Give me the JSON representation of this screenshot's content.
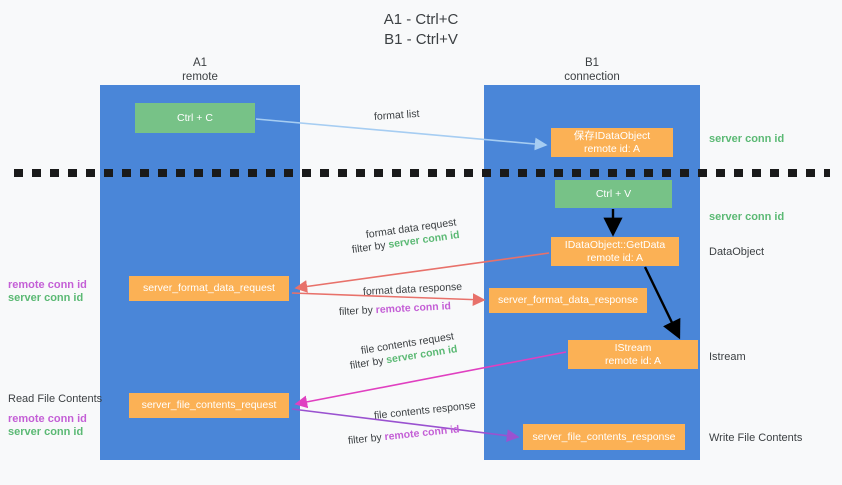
{
  "title": "A1 - Ctrl+C\nB1 - Ctrl+V",
  "columns": {
    "left": {
      "name": "A1",
      "sub": "remote",
      "header": "A1\nremote"
    },
    "right": {
      "name": "B1",
      "sub": "connection",
      "header": "B1\nconnection"
    }
  },
  "boxes": {
    "ctrl_c": {
      "line1": "Ctrl + C",
      "line2": "",
      "color": "#77c287"
    },
    "ctrl_v": {
      "line1": "Ctrl + V",
      "line2": "",
      "color": "#77c287"
    },
    "save_idataobject": {
      "line1": "保存IDataObject",
      "line2": "remote id: A",
      "color": "#fbb155"
    },
    "getdata": {
      "line1": "IDataObject::GetData",
      "line2": "remote id: A",
      "color": "#fbb155"
    },
    "istream": {
      "line1": "IStream",
      "line2": "remote id: A",
      "color": "#fbb155"
    },
    "format_data_request": {
      "line1": "server_format_data_request",
      "color": "#fbb155"
    },
    "format_data_response": {
      "line1": "server_format_data_response",
      "color": "#fbb155"
    },
    "file_contents_request": {
      "line1": "server_file_contents_request",
      "color": "#fbb155"
    },
    "file_contents_response": {
      "line1": "server_file_contents_response",
      "color": "#fbb155"
    }
  },
  "flows": {
    "format_list": {
      "label": "format list"
    },
    "format_data_request": {
      "label": "format data request",
      "filter_prefix": "filter by ",
      "filter_value": "server conn id"
    },
    "format_data_response": {
      "label": "format data response",
      "filter_prefix": "filter by ",
      "filter_value": "remote conn id"
    },
    "file_contents_request": {
      "label": "file contents request",
      "filter_prefix": "filter by ",
      "filter_value": "server conn id"
    },
    "file_contents_response": {
      "label": "file contents response",
      "filter_prefix": "filter by ",
      "filter_value": "remote conn id"
    }
  },
  "right_annotations": {
    "server_conn_id_top": "server conn id",
    "server_conn_id_mid": "server conn id",
    "dataobject": "DataObject",
    "istream": "Istream",
    "write_file_contents": "Write File Contents"
  },
  "left_annotations": {
    "remote_conn_id_top": "remote conn id",
    "server_conn_id_top": "server conn id",
    "read_file_contents": "Read File Contents",
    "remote_conn_id_bottom": "remote conn id",
    "server_conn_id_bottom": "server conn id"
  },
  "colors": {
    "background": "#f8f9fa",
    "lane": "#4a86d8",
    "green_box": "#77c287",
    "orange_box": "#fbb155",
    "green_text": "#5bb974",
    "purple_text": "#c45fd6",
    "arrow_lightblue": "#a6cdf2",
    "arrow_red": "#e8716a",
    "arrow_magenta": "#e040c0",
    "arrow_purple": "#9a52d0",
    "arrow_black": "#000000",
    "divider": "#1a1a1a"
  }
}
